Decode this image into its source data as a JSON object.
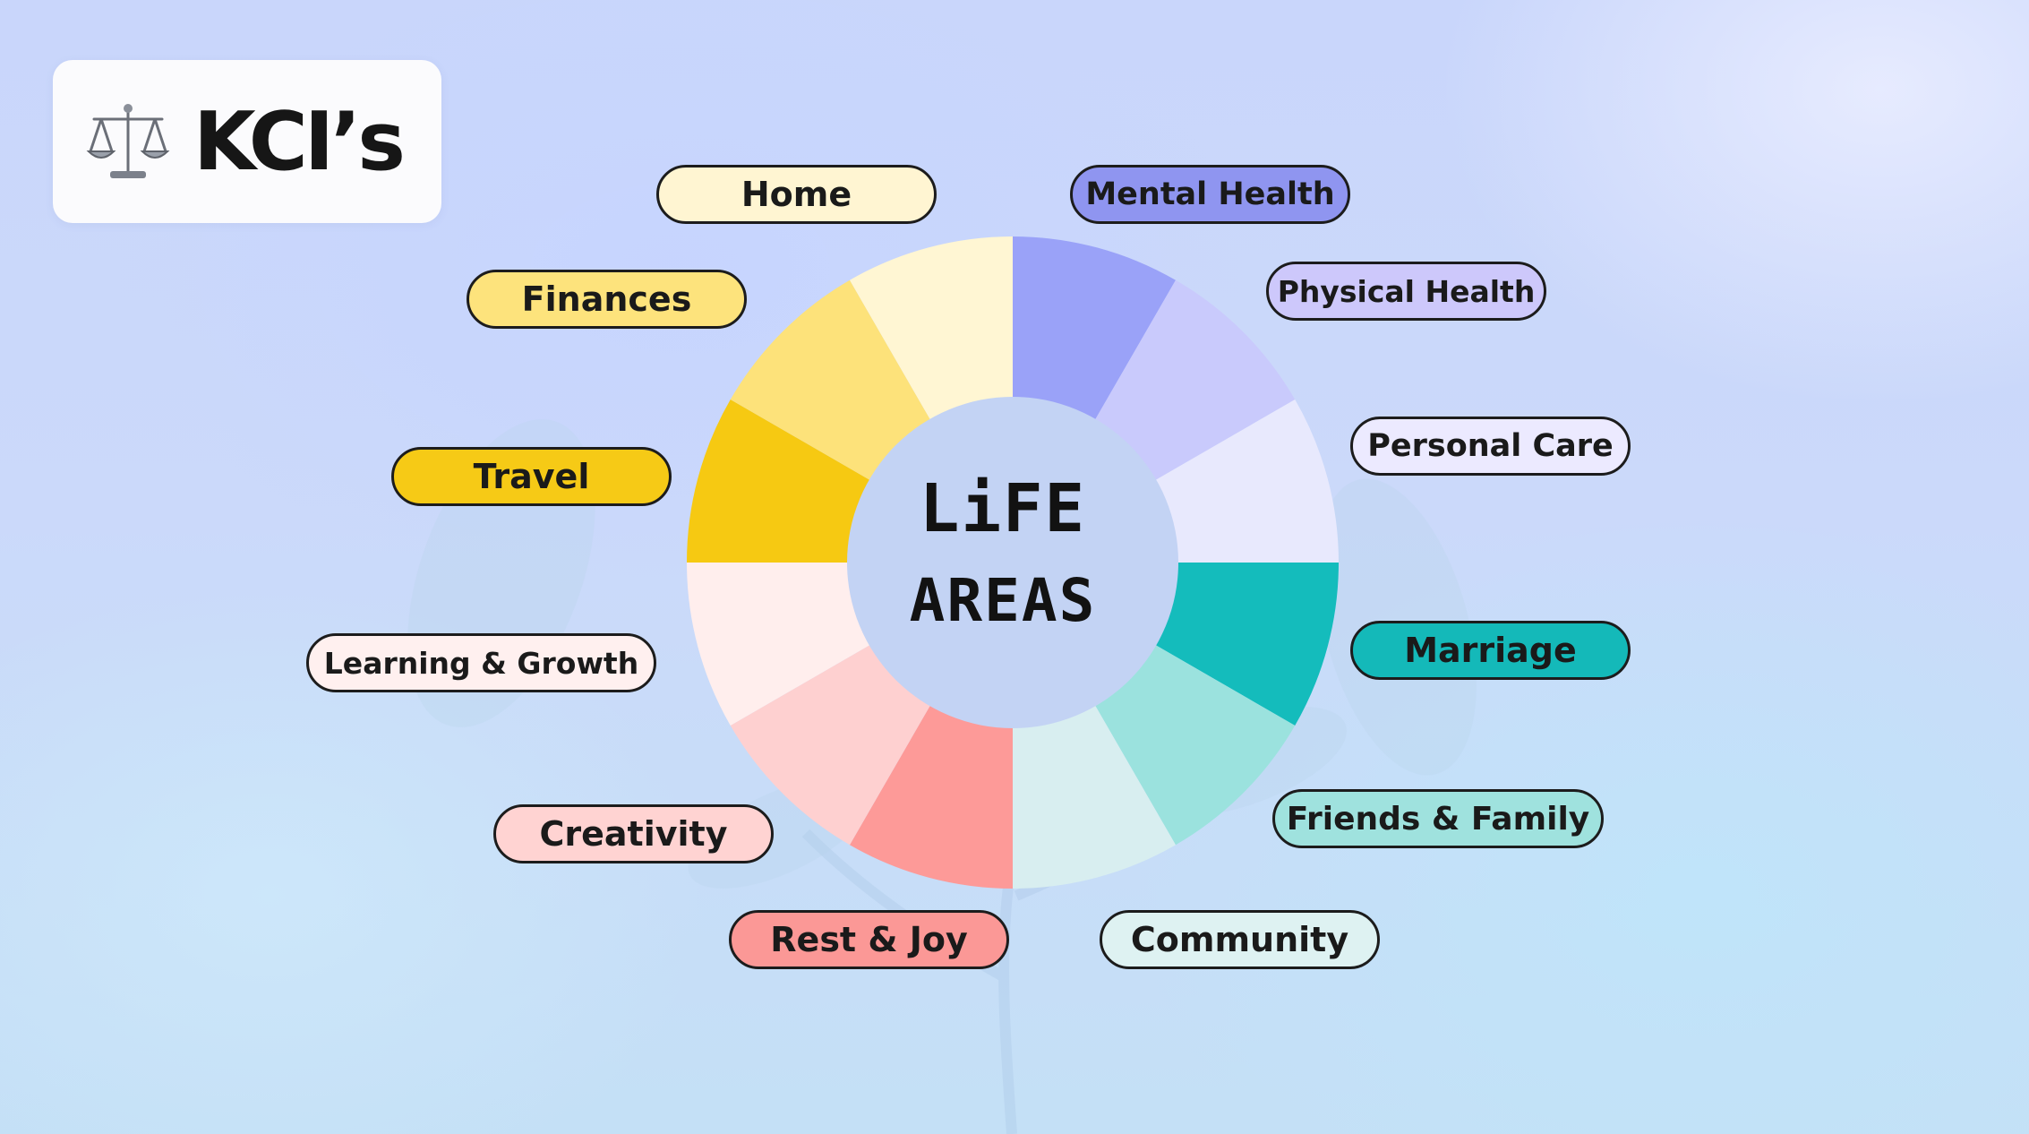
{
  "logo": {
    "text": "KCI’s",
    "icon": "balance-scale-icon"
  },
  "center": {
    "line1": "LiFE",
    "line2": "AREAS"
  },
  "areas": [
    {
      "label": "Mental Health",
      "color": "#9aa2f8",
      "pill_color": "#8f95f0"
    },
    {
      "label": "Physical Health",
      "color": "#c9cafc",
      "pill_color": "#cdc8fb"
    },
    {
      "label": "Personal Care",
      "color": "#e8e9fd",
      "pill_color": "#eceaff"
    },
    {
      "label": "Marriage",
      "color": "#14bcbc",
      "pill_color": "#14b9b9"
    },
    {
      "label": "Friends & Family",
      "color": "#9be2de",
      "pill_color": "#9fe2de"
    },
    {
      "label": "Community",
      "color": "#d8eef0",
      "pill_color": "#def2f2"
    },
    {
      "label": "Rest & Joy",
      "color": "#fd9a98",
      "pill_color": "#fb9896"
    },
    {
      "label": "Creativity",
      "color": "#fed0d0",
      "pill_color": "#ffd3d2"
    },
    {
      "label": "Learning & Growth",
      "color": "#ffeeed",
      "pill_color": "#fff0ef"
    },
    {
      "label": "Travel",
      "color": "#f6c912",
      "pill_color": "#f6ca16"
    },
    {
      "label": "Finances",
      "color": "#fde27a",
      "pill_color": "#fde37c"
    },
    {
      "label": "Home",
      "color": "#fff6d3",
      "pill_color": "#fff5d2"
    }
  ]
}
